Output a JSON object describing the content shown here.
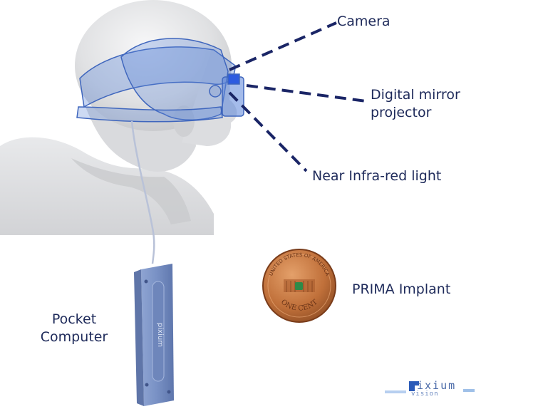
{
  "labels": {
    "camera": "Camera",
    "mirror_line1": "Digital mirror",
    "mirror_line2": "projector",
    "nir": "Near Infra-red light",
    "prima": "PRIMA Implant",
    "pocket_line1": "Pocket",
    "pocket_line2": "Computer"
  },
  "coin": {
    "top_text": "UNITED STATES OF AMERICA",
    "bottom_text": "ONE CENT"
  },
  "device_text": "pixium",
  "logo": {
    "main": "ixium",
    "sub": "vision"
  },
  "colors": {
    "label": "#1e2a5a",
    "dash": "#1a2566",
    "goggles": "#5a84d8",
    "head": "#e2e3e5",
    "device": "#7a93c6",
    "coin": "#c0703a",
    "implant": "#2e8a48"
  }
}
